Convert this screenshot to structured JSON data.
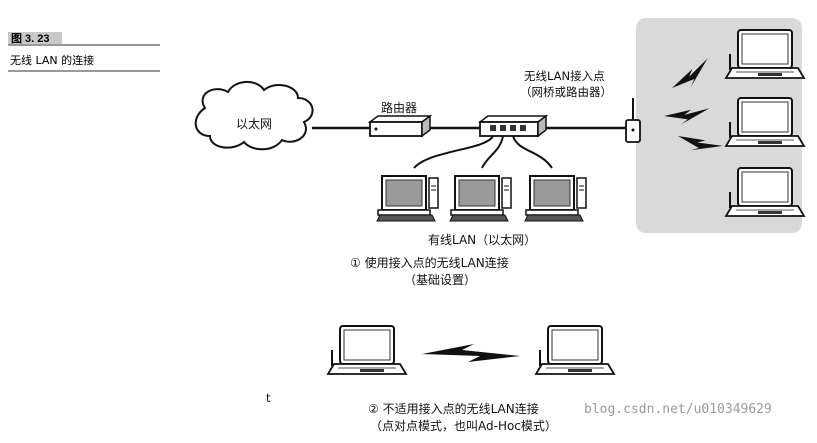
{
  "figure": {
    "number": "图 3. 23",
    "caption": "无线 LAN 的连接"
  },
  "labels": {
    "ethernet_cloud": "以太网",
    "router": "路由器",
    "access_point_line1": "无线LAN接入点",
    "access_point_line2": "（网桥或路由器）",
    "wired_lan": "有线LAN（以太网）",
    "infrastructure_line1": "① 使用接入点的无线LAN连接",
    "infrastructure_line2": "（基础设置）",
    "adhoc_line1": "② 不适用接入点的无线LAN连接",
    "adhoc_line2": "（点对点模式，也叫Ad-Hoc模式）"
  },
  "stray_mark": "t",
  "watermark": "blog.csdn.net/u010349629"
}
